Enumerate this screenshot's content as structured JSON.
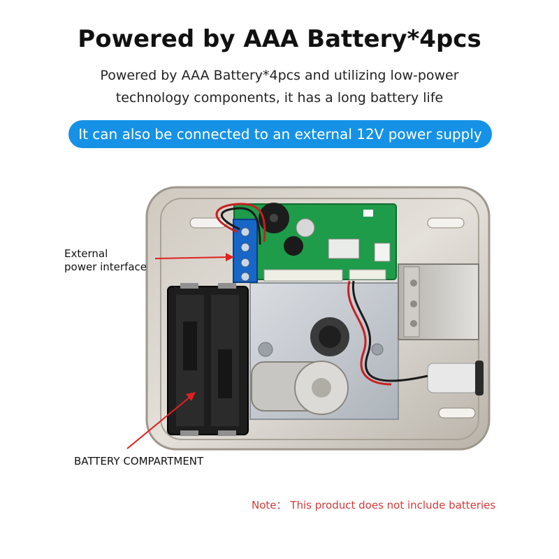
{
  "header": {
    "title": "Powered by AAA Battery*4pcs",
    "description_line1": "Powered by AAA Battery*4pcs and utilizing low-power",
    "description_line2": "technology components, it has a long battery life",
    "banner": "It can also be connected to an external 12V power supply"
  },
  "callouts": {
    "external_line1": "External",
    "external_line2": "power interface",
    "battery": "BATTERY COMPARTMENT"
  },
  "note": "Note： This product does not include batteries",
  "colors": {
    "banner": "#1592e6",
    "note": "#d23a3a",
    "arrow": "#e02020"
  }
}
